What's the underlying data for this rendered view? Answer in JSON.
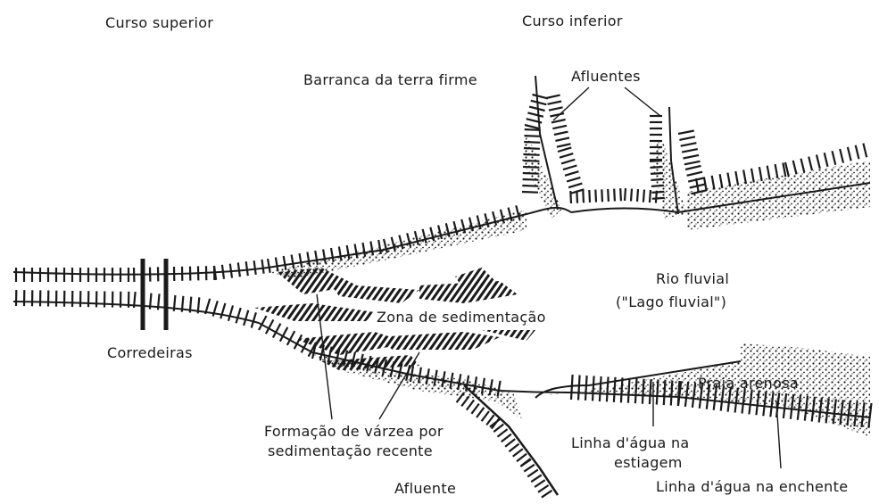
{
  "labels": {
    "curso_superior": "Curso superior",
    "curso_inferior": "Curso inferior",
    "barranca": "Barranca da terra firme",
    "afluentes": "Afluentes",
    "rio_fluvial": "Rio fluvial",
    "lago_fluvial": "(\"Lago fluvial\")",
    "zona_sedimentacao": "Zona de sedimentação",
    "corredeiras": "Corredeiras",
    "praia_arenosa": "Praia arenosa",
    "formacao_varzea_1": "Formação de várzea por",
    "formacao_varzea_2": "sedimentação recente",
    "linha_estiagem_1": "Linha d'água na",
    "linha_estiagem_2": "estiagem",
    "afluente": "Afluente",
    "linha_enchente": "Linha d'água na enchente"
  },
  "colors": {
    "ink": "#1a1a1a",
    "background": "#ffffff"
  }
}
